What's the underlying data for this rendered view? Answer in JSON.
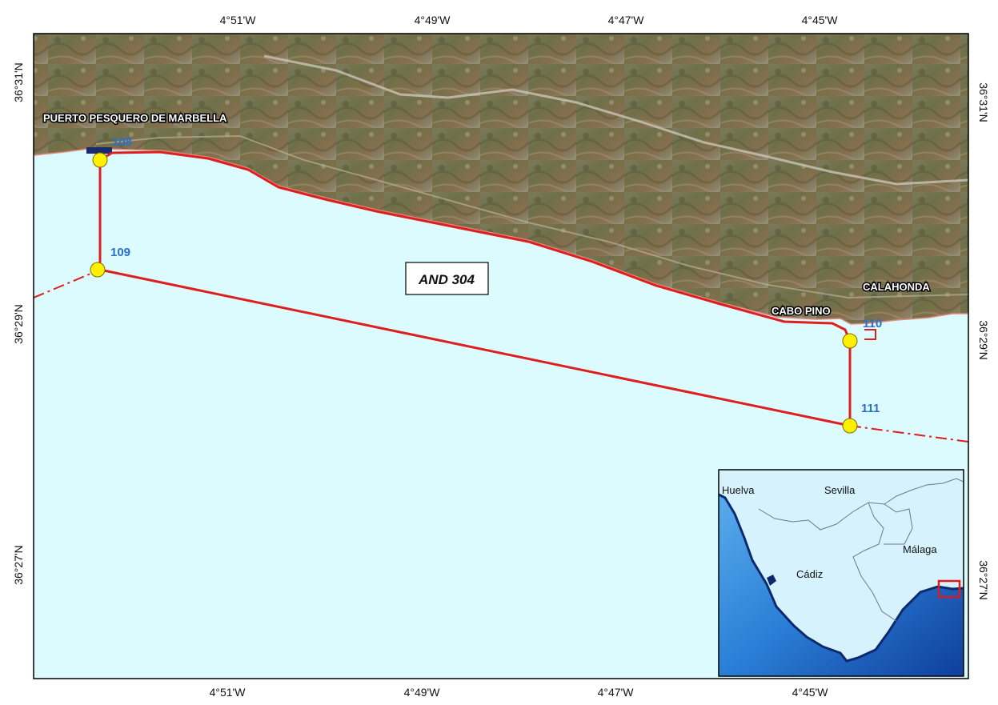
{
  "map": {
    "graticule": {
      "top": [
        "4°51'W",
        "4°49'W",
        "4°47'W",
        "4°45'W"
      ],
      "bottom": [
        "4°51'W",
        "4°49'W",
        "4°47'W",
        "4°45'W"
      ],
      "left": [
        "36°31'N",
        "36°29'N",
        "36°27'N"
      ],
      "right": [
        "36°31'N",
        "36°29'N",
        "36°27'N"
      ]
    },
    "places": {
      "marbella": "PUERTO PESQUERO DE MARBELLA",
      "cabo_pino": "CABO PINO",
      "calahonda": "CALAHONDA"
    },
    "waypoints": [
      "108",
      "109",
      "110",
      "111"
    ],
    "zone_label": "AND 304",
    "inset": {
      "huelva": "Huelva",
      "sevilla": "Sevilla",
      "malaga": "Málaga",
      "cadiz": "Cádiz"
    },
    "colors": {
      "sea": "#dcfbfe",
      "boundary": "#dd1f1f",
      "waypoint": "#ffef00",
      "waypoint_label": "#2a6fd0"
    }
  }
}
